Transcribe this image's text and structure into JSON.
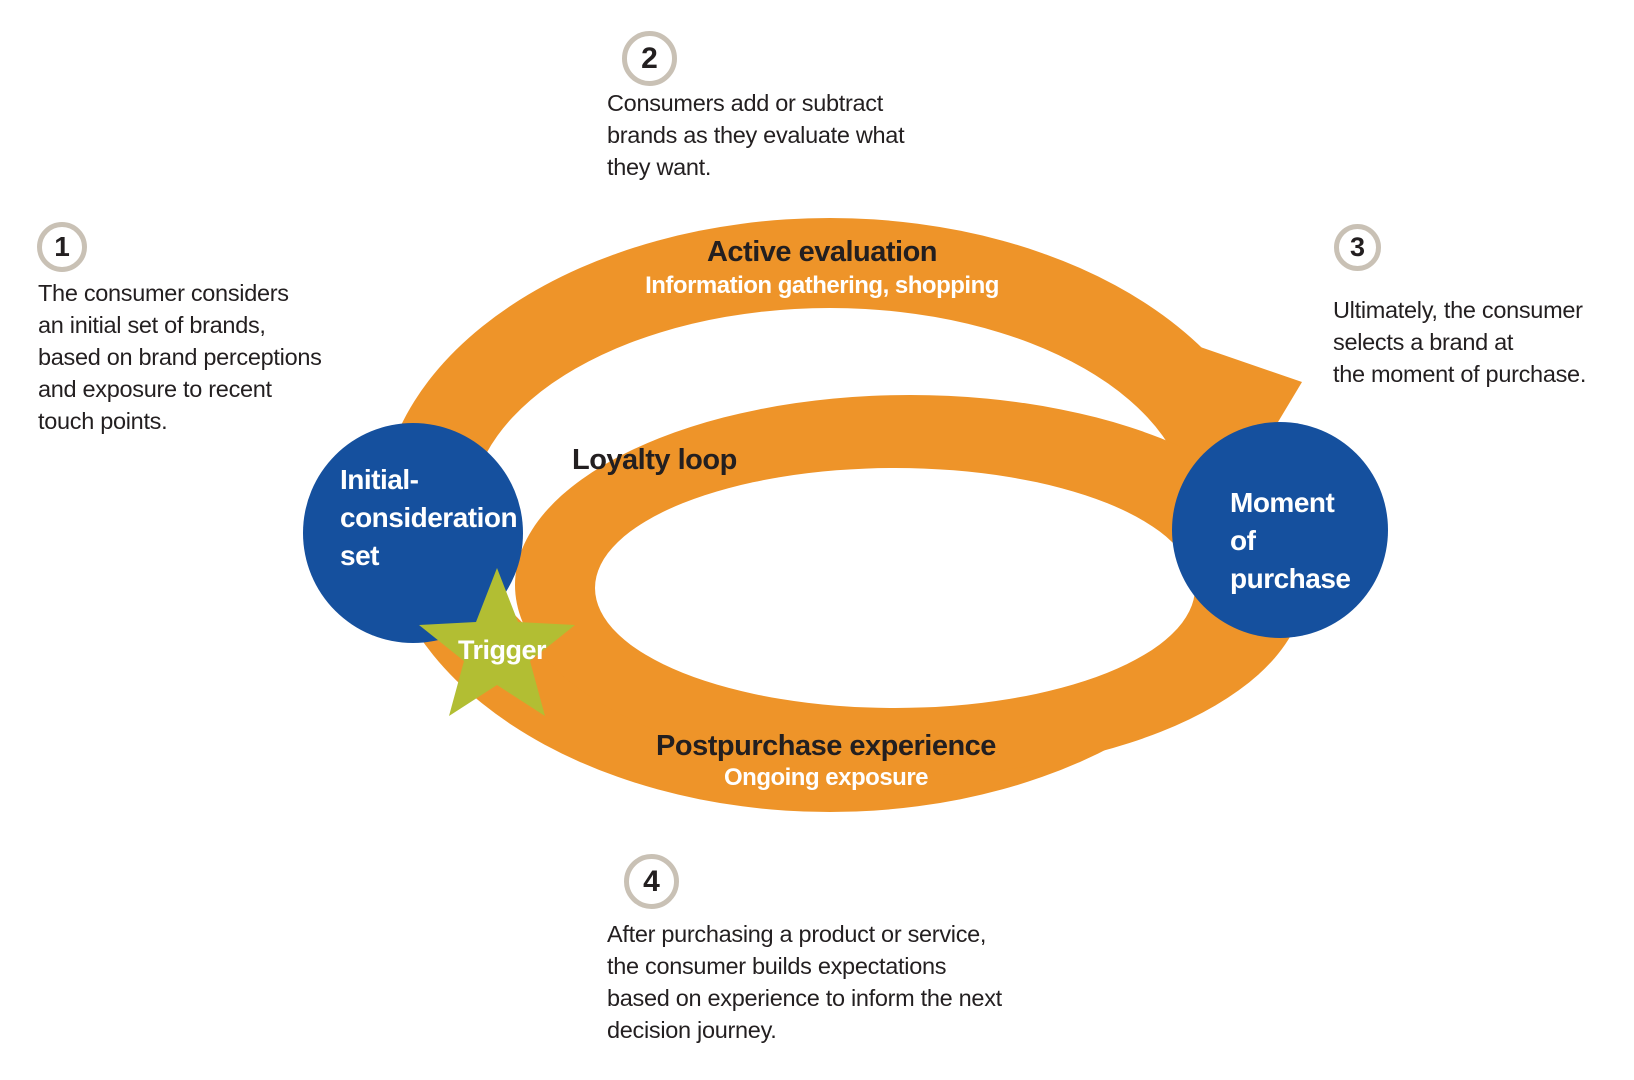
{
  "colors": {
    "orange": "#EE9429",
    "blue": "#15509E",
    "green": "#B2BE33",
    "badge-ring": "#C9C1B5",
    "ink": "#231F20"
  },
  "steps": [
    {
      "num": "1",
      "text": "The consumer considers\nan initial set of brands,\nbased on brand perceptions\nand exposure to recent\ntouch points."
    },
    {
      "num": "2",
      "text": "Consumers add or subtract\nbrands as they evaluate what\nthey want."
    },
    {
      "num": "3",
      "text": "Ultimately, the consumer\nselects a brand at\nthe moment of purchase."
    },
    {
      "num": "4",
      "text": "After purchasing a product or service,\nthe consumer builds expectations\nbased on experience to inform the next\ndecision journey."
    }
  ],
  "diagram": {
    "active_evaluation": {
      "title": "Active evaluation",
      "subtitle": "Information gathering, shopping"
    },
    "postpurchase": {
      "title": "Postpurchase experience",
      "subtitle": "Ongoing exposure"
    },
    "loyalty_loop": "Loyalty loop",
    "initial_consideration": "Initial-\nconsideration\nset",
    "moment_of_purchase": "Moment\nof\npurchase",
    "trigger": "Trigger"
  }
}
